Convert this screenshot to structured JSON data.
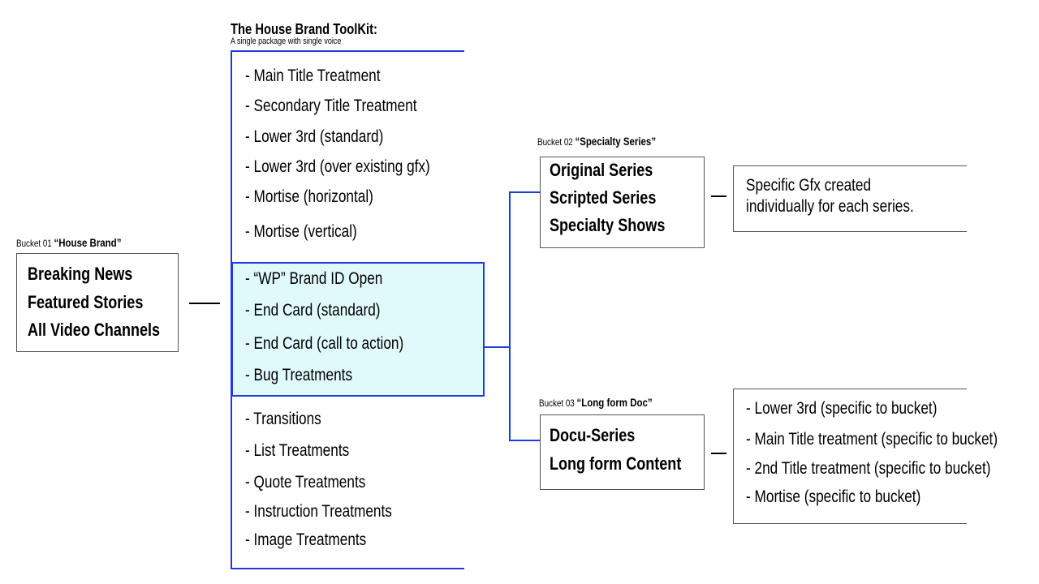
{
  "toolkit": {
    "title": "The House Brand ToolKit:",
    "subtitle": "A single package with single voice",
    "items_top": [
      "- Main Title Treatment",
      "- Secondary Title Treatment",
      "- Lower 3rd (standard)",
      "- Lower 3rd (over existing gfx)",
      "- Mortise (horizontal)",
      "- Mortise (vertical)"
    ],
    "items_highlight": [
      "- “WP” Brand ID Open",
      "- End Card (standard)",
      "- End Card (call to action)",
      "- Bug Treatments"
    ],
    "items_bottom": [
      "- Transitions",
      "- List Treatments",
      "- Quote Treatments",
      "- Instruction Treatments",
      "- Image Treatments"
    ]
  },
  "bucket01": {
    "prefix": "Bucket 01",
    "name": "“House Brand”",
    "lines": [
      "Breaking News",
      "Featured Stories",
      "All Video Channels"
    ]
  },
  "bucket02": {
    "prefix": "Bucket 02",
    "name": "“Specialty Series”",
    "lines": [
      "Original Series",
      "Scripted Series",
      "Specialty Shows"
    ],
    "desc": [
      "Specific Gfx created",
      "individually for each series."
    ]
  },
  "bucket03": {
    "prefix": "Bucket 03",
    "name": "“Long form Doc”",
    "lines": [
      "Docu-Series",
      "Long form Content"
    ],
    "desc": [
      "- Lower 3rd (specific to bucket)",
      "- Main Title treatment (specific to bucket)",
      "- 2nd Title treatment (specific to bucket)",
      "- Mortise (specific to bucket)"
    ]
  },
  "colors": {
    "connector_blue": "#1f3be0",
    "highlight_fill": "#e0fafb",
    "box_border": "#555555"
  }
}
